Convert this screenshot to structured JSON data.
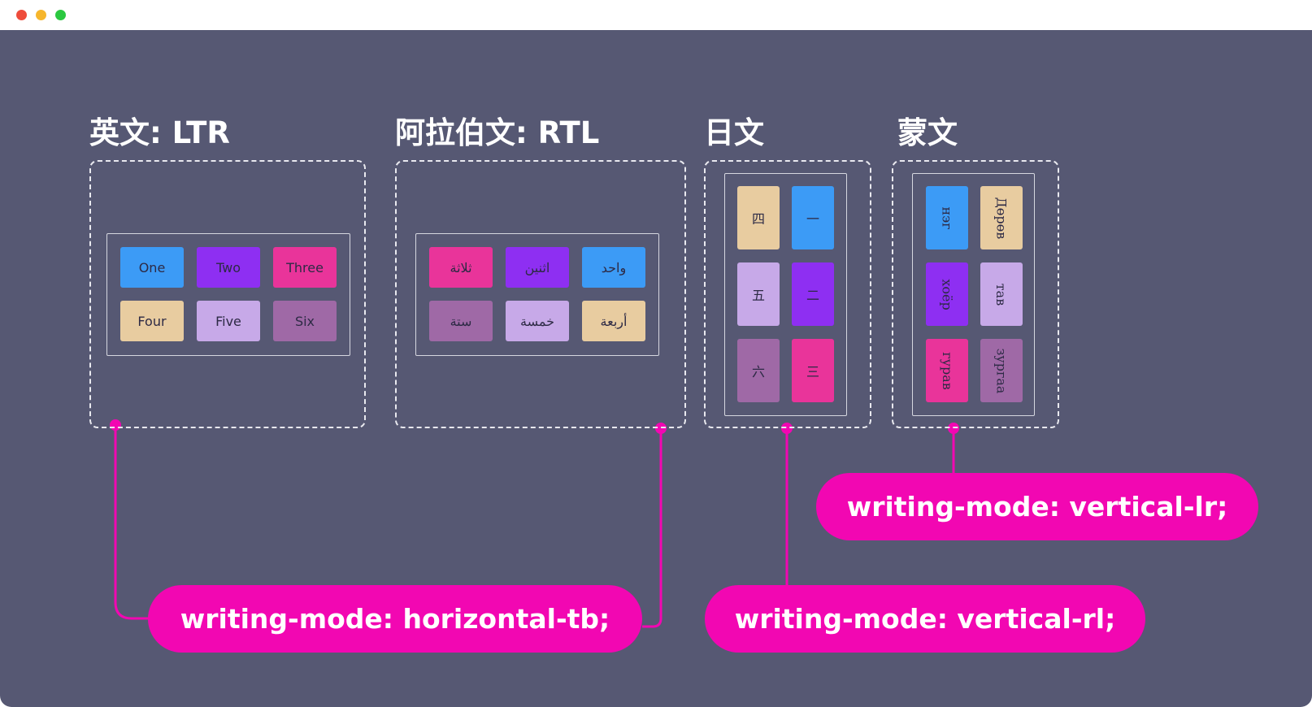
{
  "window": {
    "controls": [
      "close",
      "minimize",
      "maximize"
    ]
  },
  "colors": {
    "background": "#565873",
    "accent": "#f207b2",
    "blue": "#3c9bf6",
    "purple": "#8e2ff2",
    "pink": "#e9349a",
    "tan": "#e8cca0",
    "lavender": "#c7a9e8",
    "mauve": "#9f69a6"
  },
  "panels": {
    "english": {
      "heading": "英文: LTR",
      "tiles": [
        "One",
        "Two",
        "Three",
        "Four",
        "Five",
        "Six"
      ]
    },
    "arabic": {
      "heading": "阿拉伯文: RTL",
      "tiles": [
        "ثلاثة",
        "اثنين",
        "واحد",
        "ستة",
        "خمسة",
        "أربعة"
      ]
    },
    "japanese": {
      "heading": "日文",
      "tiles": [
        "四",
        "一",
        "五",
        "二",
        "六",
        "三"
      ]
    },
    "mongolian": {
      "heading": "蒙文",
      "tiles": [
        "нэг",
        "Дөрөв",
        "хоёр",
        "тав",
        "гурав",
        "зургаа"
      ]
    }
  },
  "labels": {
    "horizontal_tb": "writing-mode: horizontal-tb;",
    "vertical_lr": "writing-mode: vertical-lr;",
    "vertical_rl": "writing-mode: vertical-rl;"
  }
}
